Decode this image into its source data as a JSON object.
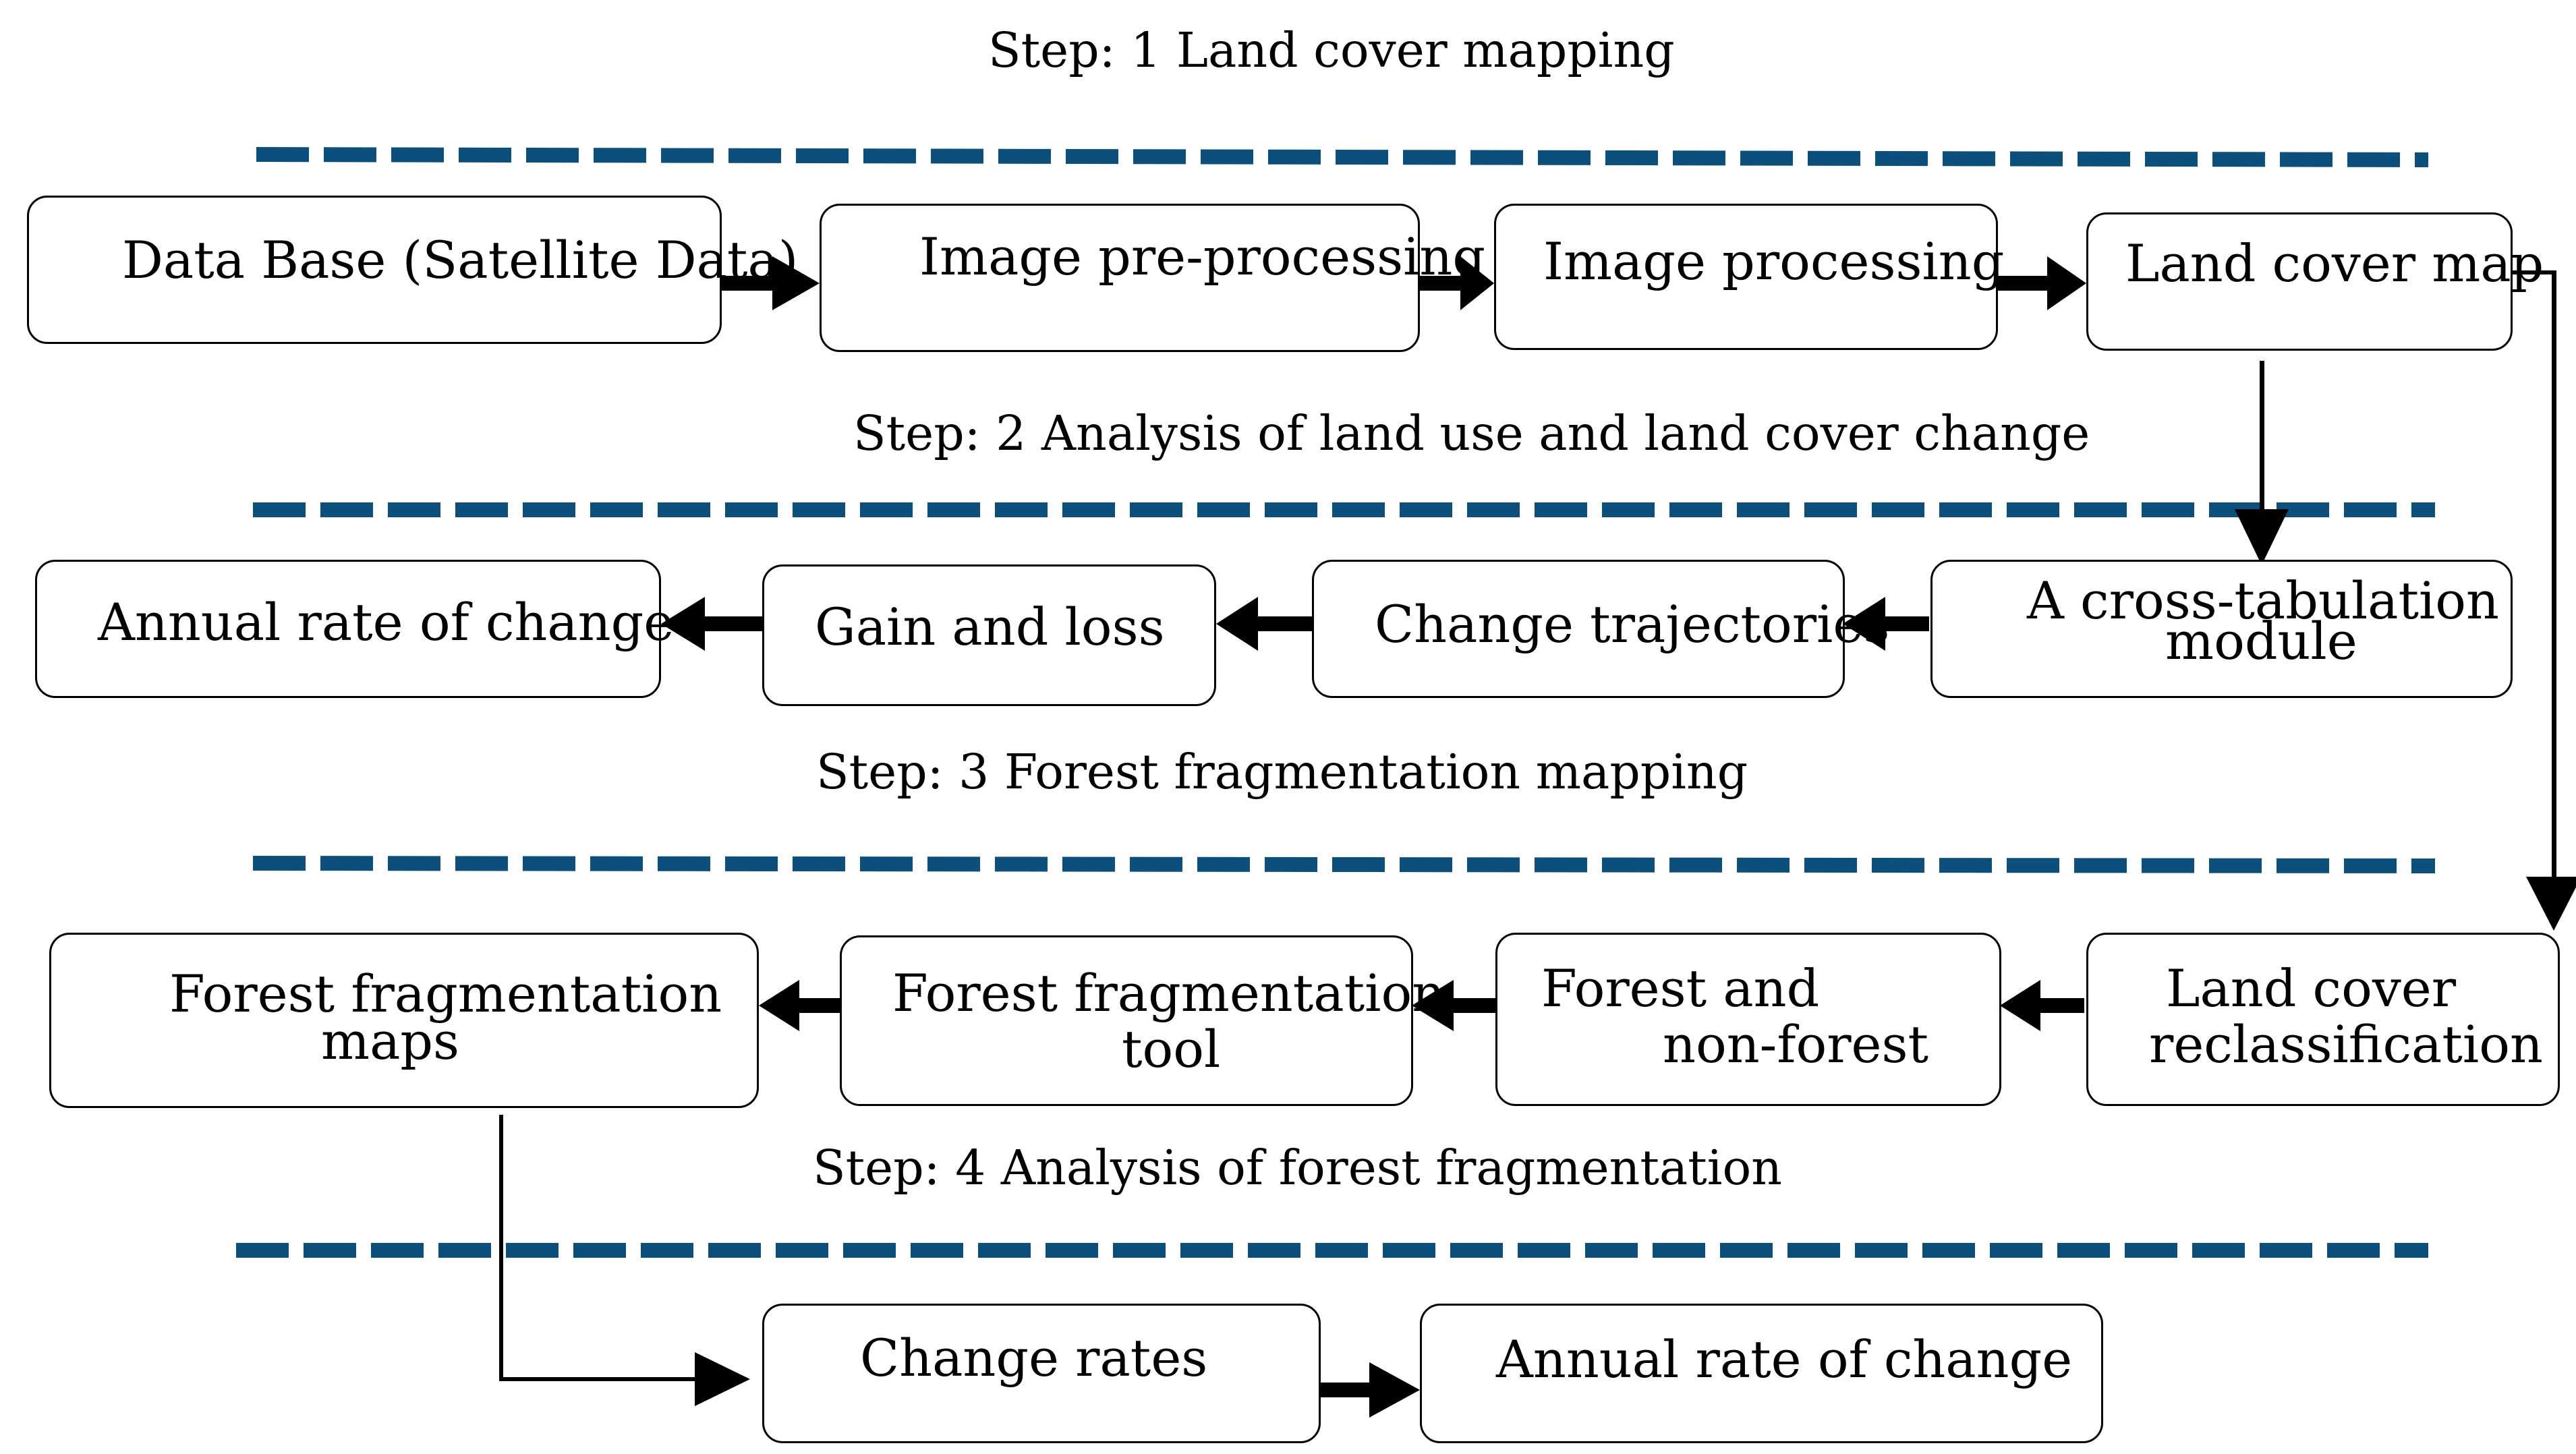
{
  "steps": {
    "step1": "Step: 1 Land cover mapping",
    "step2": "Step: 2 Analysis of land use and land cover change",
    "step3": "Step: 3 Forest fragmentation mapping",
    "step4": "Step: 4 Analysis of forest fragmentation"
  },
  "boxes": {
    "database": "Data Base (Satellite Data)",
    "preprocessing": "Image pre-processing",
    "processing": "Image processing",
    "land_cover_map": "Land cover map",
    "annual_rate_1": "Annual rate of change",
    "gain_loss": "Gain and loss",
    "change_trajectories": "Change trajectories",
    "cross_tab_line1": "A cross-tabulation",
    "cross_tab_line2": "module",
    "frag_maps_line1": "Forest fragmentation",
    "frag_maps_line2": "maps",
    "frag_tool_line1": "Forest fragmentation",
    "frag_tool_line2": "tool",
    "forest_nonforest_line1": "Forest and",
    "forest_nonforest_line2": "non-forest",
    "reclass_line1": "Land cover",
    "reclass_line2": "reclassification",
    "change_rates": "Change rates",
    "annual_rate_2": "Annual rate of change"
  },
  "colors": {
    "divider": "#0b4f7c",
    "arrow": "#000000"
  }
}
